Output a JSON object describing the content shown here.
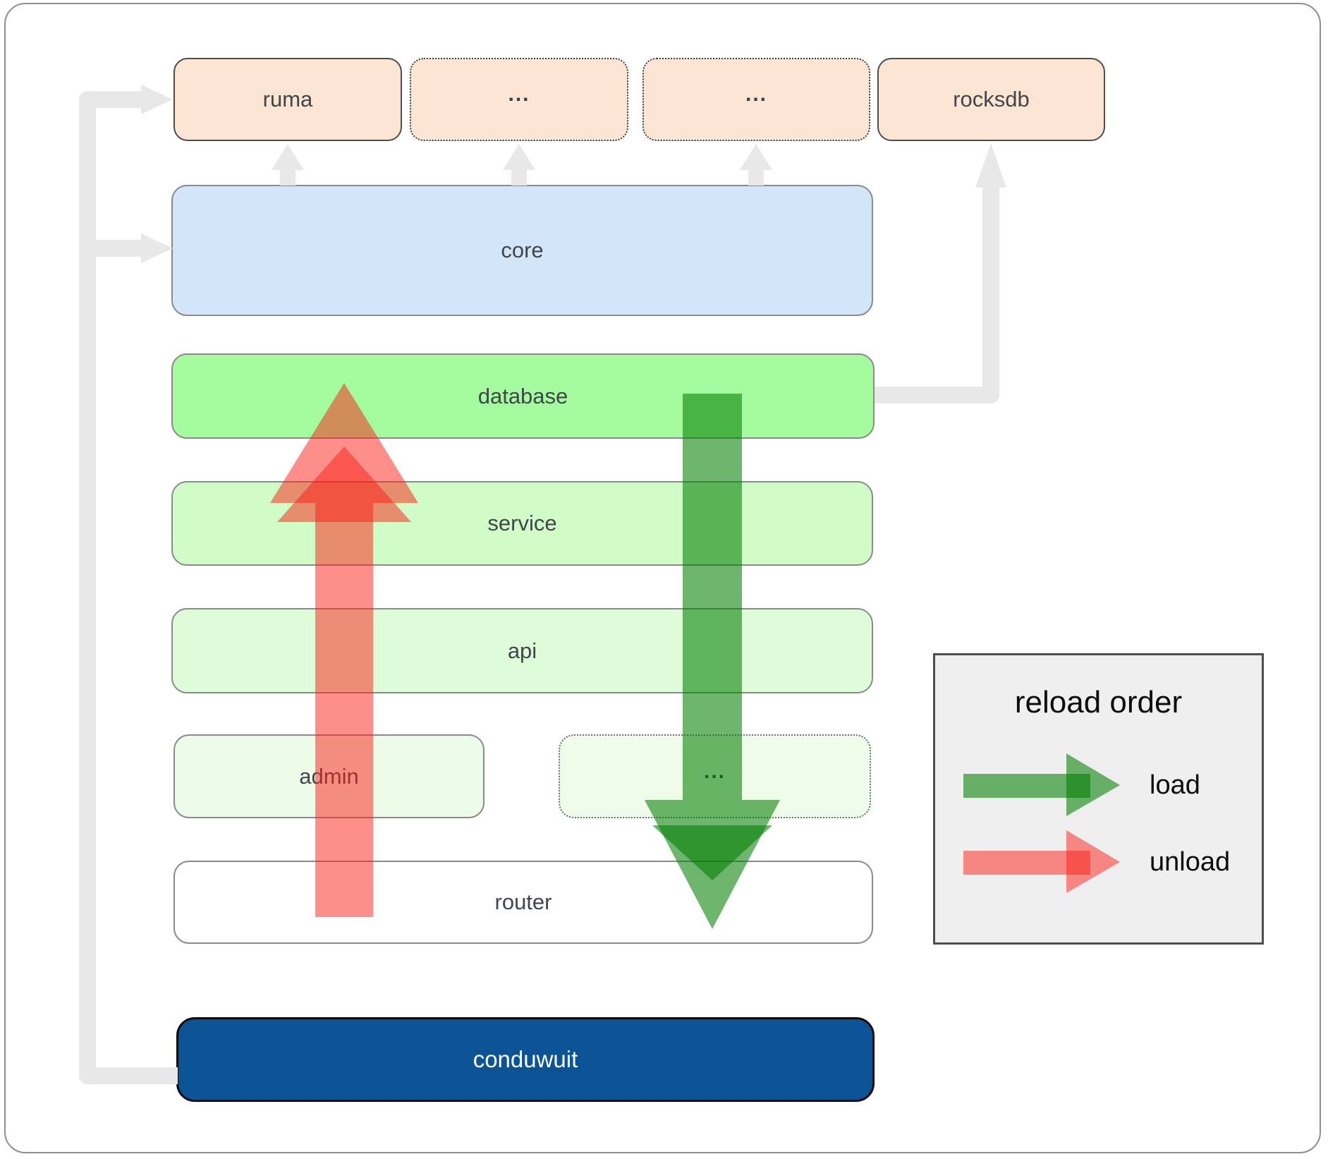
{
  "nodes": {
    "ruma": {
      "label": "ruma"
    },
    "crate_top_left": {
      "label": "..."
    },
    "crate_top_right": {
      "label": "..."
    },
    "rocksdb": {
      "label": "rocksdb"
    },
    "core": {
      "label": "core"
    },
    "database": {
      "label": "database"
    },
    "service": {
      "label": "service"
    },
    "api": {
      "label": "api"
    },
    "admin": {
      "label": "admin"
    },
    "crate_mid": {
      "label": "..."
    },
    "router": {
      "label": "router"
    },
    "conduwuit": {
      "label": "conduwuit"
    }
  },
  "legend": {
    "title": "reload order",
    "items": [
      {
        "label": "load",
        "color": "#007d00"
      },
      {
        "label": "unload",
        "color": "#fb1e16"
      }
    ]
  },
  "colors": {
    "crate_fill": "#fce5d3",
    "core_fill": "#d3e5f9",
    "database_fill": "#a5fc9e",
    "service_fill": "#d0fcc7",
    "api_fill": "#dffcd8",
    "faint_green_fill": "#ecfce8",
    "router_fill": "#ffffff",
    "conduwuit_fill": "#0b5394",
    "connector_gray": "#e8e8e8",
    "legend_bg": "#efefef"
  }
}
